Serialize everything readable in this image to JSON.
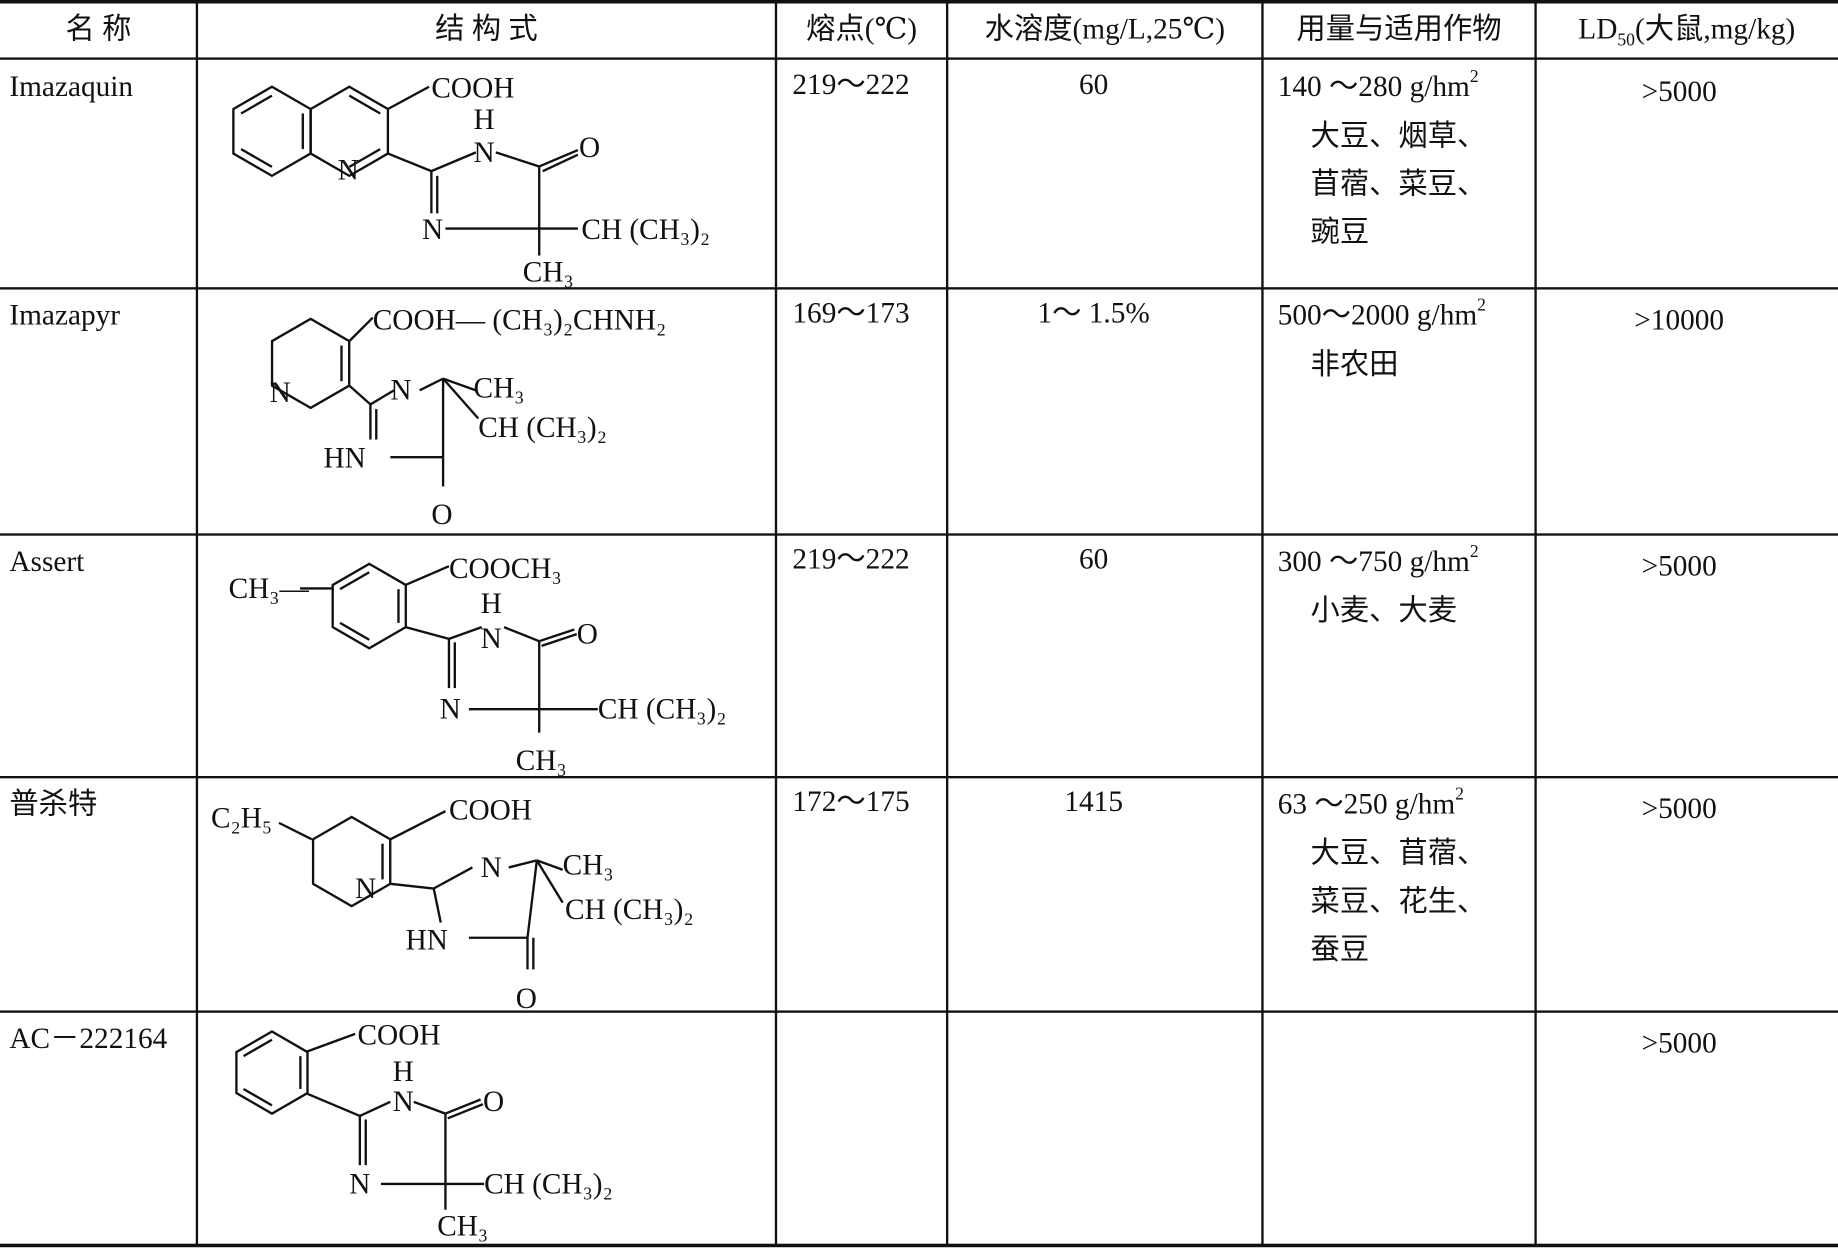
{
  "headers": {
    "name": "名  称",
    "structure": "结  构  式",
    "melting_point": "熔点(℃)",
    "solubility": "水溶度(mg/L,25℃)",
    "dosage_crops": "用量与适用作物",
    "ld50_prefix": "LD",
    "ld50_sub": "50",
    "ld50_suffix": "(大鼠,mg/kg)"
  },
  "rows": [
    {
      "name": "Imazaquin",
      "labels": [
        "COOH",
        "N",
        "H",
        "N",
        "O",
        "N",
        "CH (CH₃)₂",
        "CH₃"
      ],
      "melting_point": "219～222",
      "solubility": "60",
      "dosage": "140 ～280 g/hm",
      "dosage_sup": "2",
      "crops": [
        "大豆、烟草、",
        "苜蓿、菜豆、",
        "豌豆"
      ],
      "ld50": ">5000"
    },
    {
      "name": "Imazapyr",
      "labels": [
        "COOH— (CH₃)₂CHNH₂",
        "N",
        "N",
        "CH₃",
        "CH (CH₃)₂",
        "HN",
        "O"
      ],
      "melting_point": "169～173",
      "solubility": "1～ 1.5%",
      "dosage": "500～2000 g/hm",
      "dosage_sup": "2",
      "crops": [
        "非农田"
      ],
      "ld50": ">10000"
    },
    {
      "name": "Assert",
      "labels": [
        "CH₃—",
        "COOCH₃",
        "H",
        "N",
        "O",
        "N",
        "CH (CH₃)₂",
        "CH₃"
      ],
      "melting_point": "219～222",
      "solubility": "60",
      "dosage": "300 ～750 g/hm",
      "dosage_sup": "2",
      "crops": [
        "小麦、大麦"
      ],
      "ld50": ">5000"
    },
    {
      "name": "普杀特",
      "labels": [
        "C₂H₅",
        "COOH",
        "N",
        "N",
        "CH₃",
        "CH (CH₃)₂",
        "HN",
        "O"
      ],
      "melting_point": "172～175",
      "solubility": "1415",
      "dosage": "63 ～250 g/hm",
      "dosage_sup": "2",
      "crops": [
        "大豆、苜蓿、",
        "菜豆、花生、",
        "蚕豆"
      ],
      "ld50": ">5000"
    },
    {
      "name": "AC－222164",
      "labels": [
        "COOH",
        "H",
        "N",
        "O",
        "N",
        "CH (CH₃)₂",
        "CH₃"
      ],
      "melting_point": "",
      "solubility": "",
      "dosage": "",
      "dosage_sup": "",
      "crops": [],
      "ld50": ">5000"
    }
  ]
}
